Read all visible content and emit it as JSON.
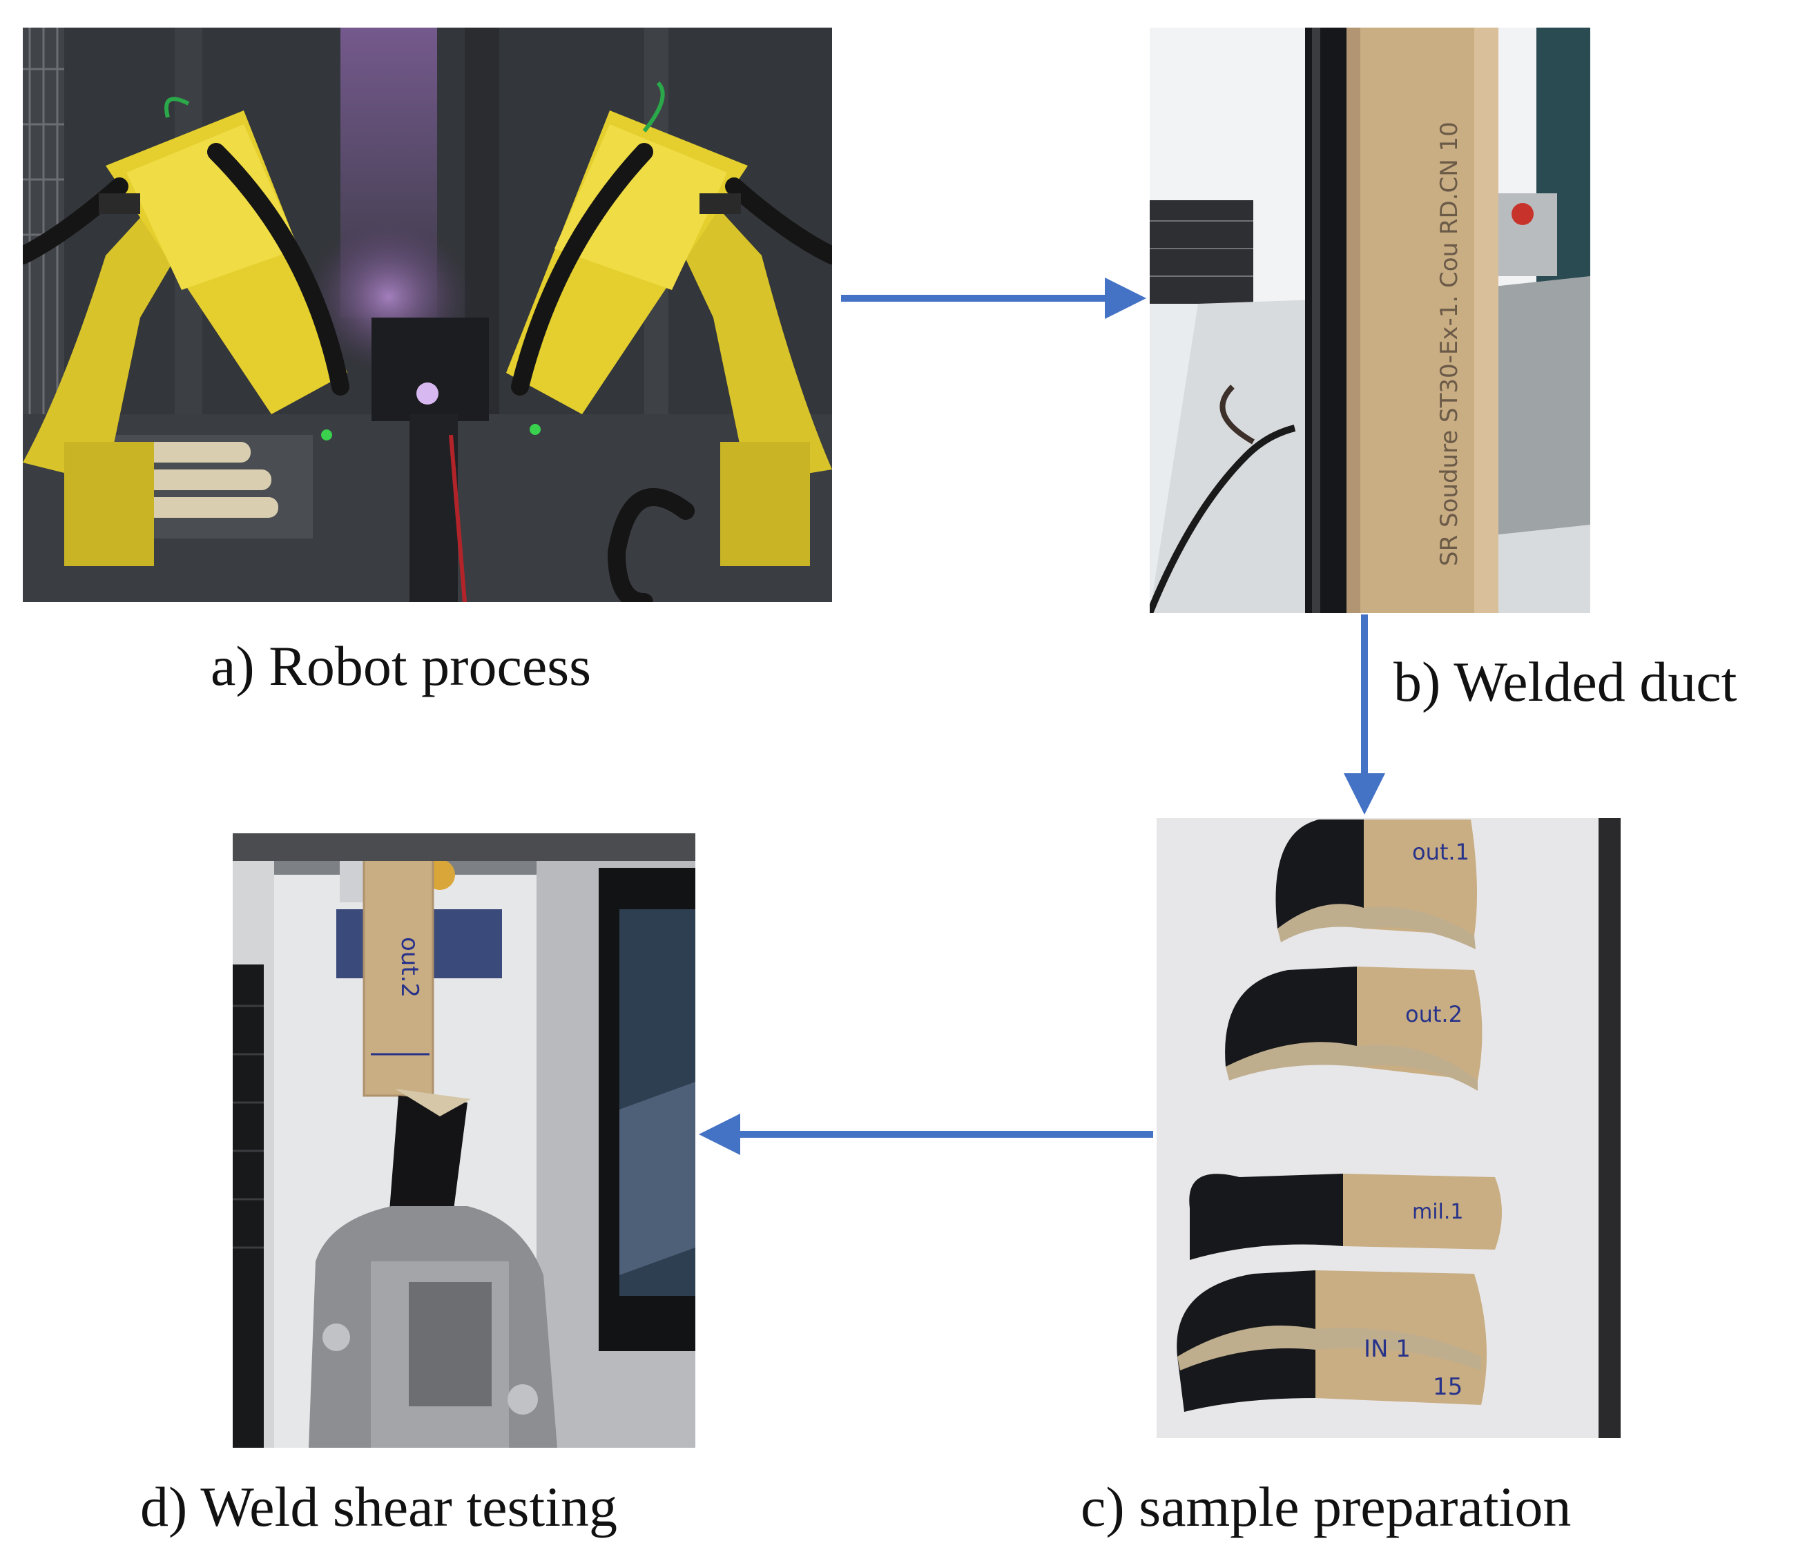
{
  "captions": {
    "a": "a) Robot process",
    "b": "b) Welded duct",
    "c": "c) sample preparation",
    "d": "d) Weld shear testing"
  },
  "handwriting": {
    "duct_label": "SR Soudure ST30-Ex-1. Cou RD.CN 10",
    "ring1": "out.1",
    "ring2": "out.2",
    "ring3": "mil.1",
    "ring4": "IN 1",
    "ring4b": "15",
    "strip": "out.2"
  },
  "colors": {
    "arrow": "#4472c4",
    "robot_yellow": "#e4cf2e",
    "duct_tan": "#c9ad83"
  }
}
